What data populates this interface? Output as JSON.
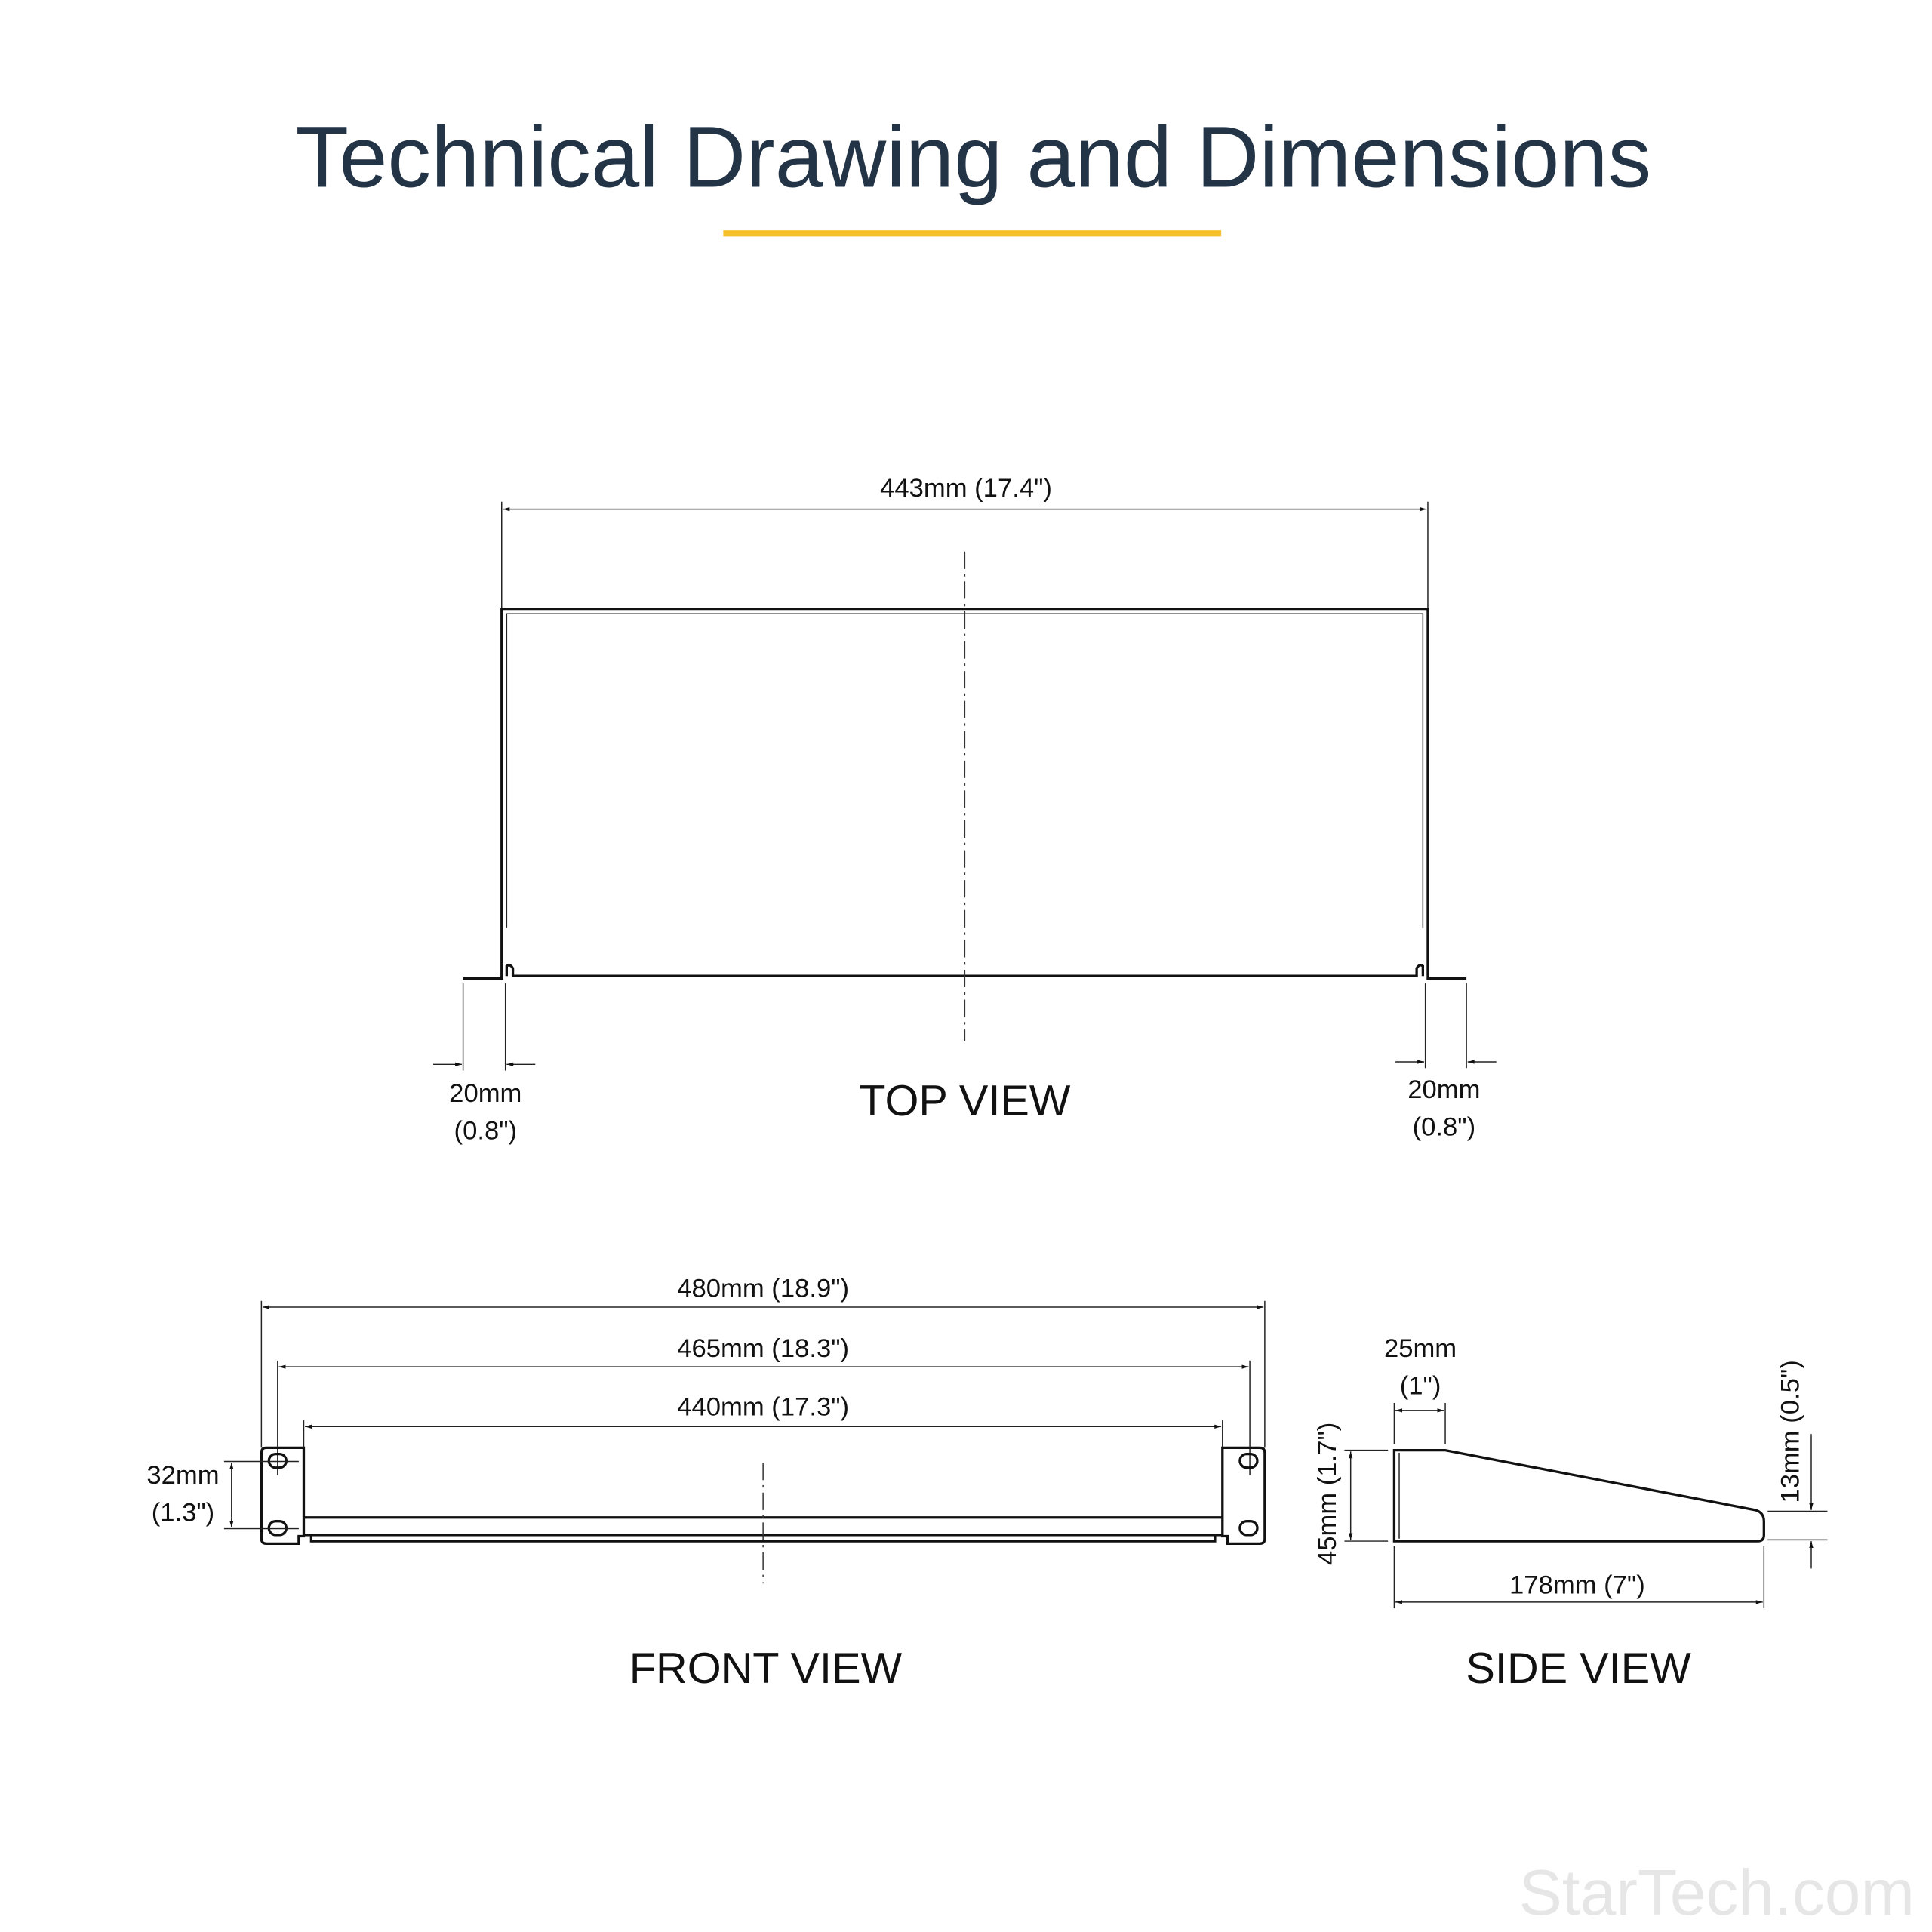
{
  "title": "Technical Drawing and Dimensions",
  "colors": {
    "title": "#243447",
    "accent": "#f6c02d",
    "line": "#111111",
    "watermark": "#e6e6e6"
  },
  "top_view": {
    "label": "TOP VIEW",
    "width_dim": "443mm (17.4\")",
    "left_flange_mm": "20mm",
    "left_flange_in": "(0.8\")",
    "right_flange_mm": "20mm",
    "right_flange_in": "(0.8\")"
  },
  "front_view": {
    "label": "FRONT VIEW",
    "overall_width": "480mm (18.9\")",
    "hole_spacing": "465mm (18.3\")",
    "inner_width": "440mm (17.3\")",
    "hole_height_mm": "32mm",
    "hole_height_in": "(1.3\")"
  },
  "side_view": {
    "label": "SIDE VIEW",
    "flat_mm": "25mm",
    "flat_in": "(1\")",
    "height": "45mm (1.7\")",
    "lip": "13mm (0.5\")",
    "depth": "178mm (7\")"
  },
  "watermark": "StarTech.com"
}
